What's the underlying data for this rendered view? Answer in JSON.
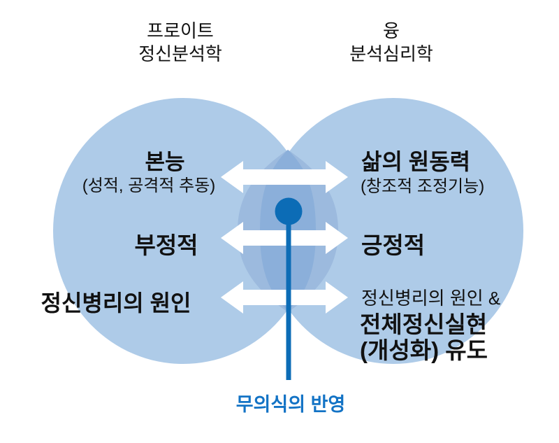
{
  "venn": {
    "left": {
      "header_line1": "프로이트",
      "header_line2": "정신분석학",
      "row1_main": "본능",
      "row1_sub": "(성적, 공격적 추동)",
      "row2": "부정적",
      "row3": "정신병리의 원인"
    },
    "right": {
      "header_line1": "융",
      "header_line2": "분석심리학",
      "row1_main": "삶의 원동력",
      "row1_sub": "(창조적 조정기능)",
      "row2": "긍정적",
      "row3_line1": "정신병리의 원인 &",
      "row3_line2": "전체정신실현",
      "row3_line3": "(개성화) 유도"
    },
    "center_label": "무의식의 반영"
  },
  "colors": {
    "circle_light": "#aecbe8",
    "overlap_outer": "#9cbade",
    "overlap_inner": "#8bafda",
    "accent_blue": "#0c6cb6",
    "label_blue": "#1373c5",
    "arrow_white": "#ffffff",
    "text_black": "#111111"
  }
}
